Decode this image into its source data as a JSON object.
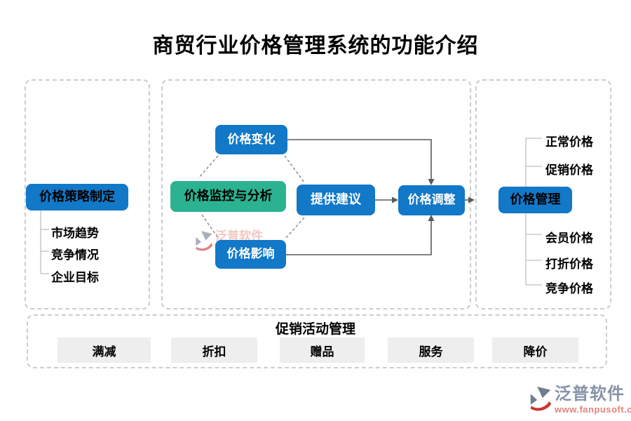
{
  "page": {
    "title": "商贸行业价格管理系统的功能介绍"
  },
  "strategy": {
    "box": "价格策略制定",
    "items": [
      "市场趋势",
      "竞争情况",
      "企业目标"
    ]
  },
  "monitor": {
    "change": "价格变化",
    "monitor": "价格监控与分析",
    "suggest": "提供建议",
    "adjust": "价格调整",
    "impact": "价格影响"
  },
  "manage": {
    "box": "价格管理",
    "items": [
      "正常价格",
      "促销价格",
      "会员价格",
      "打折价格",
      "竞争价格"
    ]
  },
  "promo": {
    "title": "促销活动管理",
    "buttons": [
      "满减",
      "折扣",
      "赠品",
      "服务",
      "降价"
    ]
  },
  "watermark": {
    "brand": "泛普软件",
    "url": "www.fanpusoft.com"
  },
  "colors": {
    "node_blue": "#1278c8",
    "node_green": "#2bb391",
    "arrow_gray": "#595959",
    "tree_line_gray": "#c0c0c0",
    "panel_border": "#cccccc",
    "button_gray": "#eeeeee",
    "brand_gray_blue": "#8793a8",
    "brand_red": "#e2837b"
  }
}
